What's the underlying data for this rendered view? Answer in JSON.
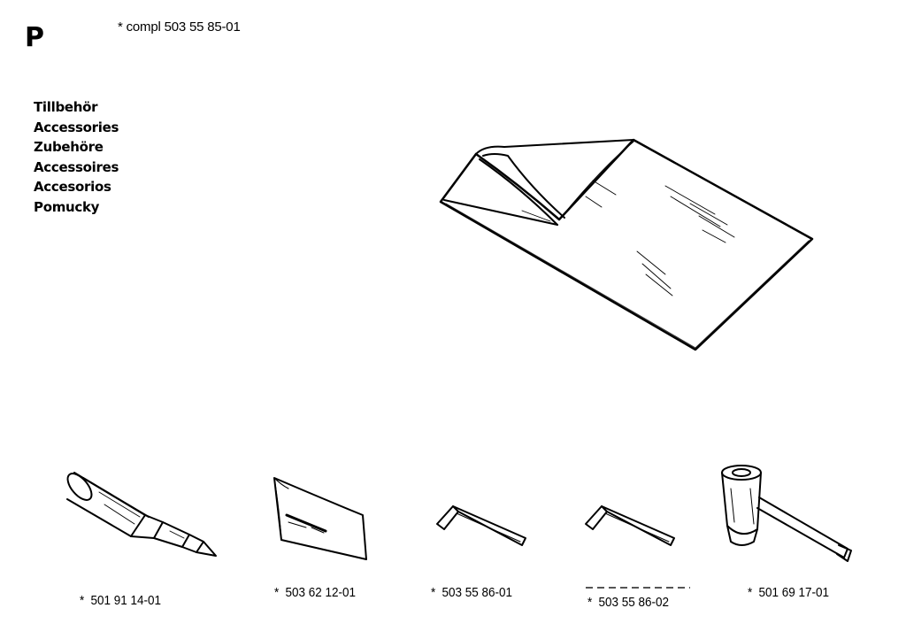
{
  "header": {
    "section_letter": "P",
    "compl_line": "*  compl 503 55 85-01"
  },
  "titles": [
    "Tillbehör",
    "Accessories",
    "Zubehöre",
    "Accessoires",
    "Accesorios",
    "Pomucky"
  ],
  "parts": [
    {
      "star": "*",
      "number": "501 91 14-01",
      "icon": "combination-tool-icon"
    },
    {
      "star": "*",
      "number": "503 62 12-01",
      "icon": "tool-bag-icon"
    },
    {
      "star": "*",
      "number": "503 55 86-01",
      "icon": "hex-key-icon"
    },
    {
      "star": "*",
      "number": "503 55 86-02",
      "icon": "hex-key-icon"
    },
    {
      "star": "*",
      "number": "501 69 17-01",
      "icon": "spark-plug-wrench-icon"
    }
  ],
  "cover": {
    "icon": "protective-cover-icon"
  },
  "colors": {
    "ink": "#000000",
    "background": "#ffffff"
  }
}
